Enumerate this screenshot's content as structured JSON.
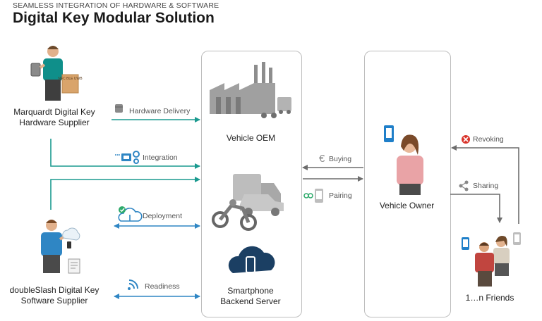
{
  "header": {
    "subtitle": "SEAMLESS INTEGRATION OF HARDWARE & SOFTWARE",
    "title": "Digital Key Modular Solution"
  },
  "nodes": {
    "hardware_supplier": "Marquardt Digital Key Hardware Supplier",
    "hardware_box_label": "NFC BLE UWB",
    "software_supplier": "doubleSlash Digital Key Software Supplier",
    "vehicle_oem": "Vehicle OEM",
    "backend": "Smartphone Backend Server",
    "vehicle_owner": "Vehicle Owner",
    "friends": "1…n Friends"
  },
  "edges": {
    "hardware_delivery": "Hardware Delivery",
    "integration": "Integration",
    "deployment": "Deployment",
    "readiness": "Readiness",
    "buying": "Buying",
    "pairing": "Pairing",
    "revoking": "Revoking",
    "sharing": "Sharing"
  },
  "colors": {
    "teal": "#1a9a8f",
    "blue": "#2f86c4",
    "gray_arrow": "#6d6d6d",
    "panel_border": "#bdbdbd",
    "icon_gray": "#9a9a9a",
    "phone_blue": "#1f7fc9",
    "cloud_dark": "#1b3f63",
    "revoke_red": "#d9342b"
  }
}
